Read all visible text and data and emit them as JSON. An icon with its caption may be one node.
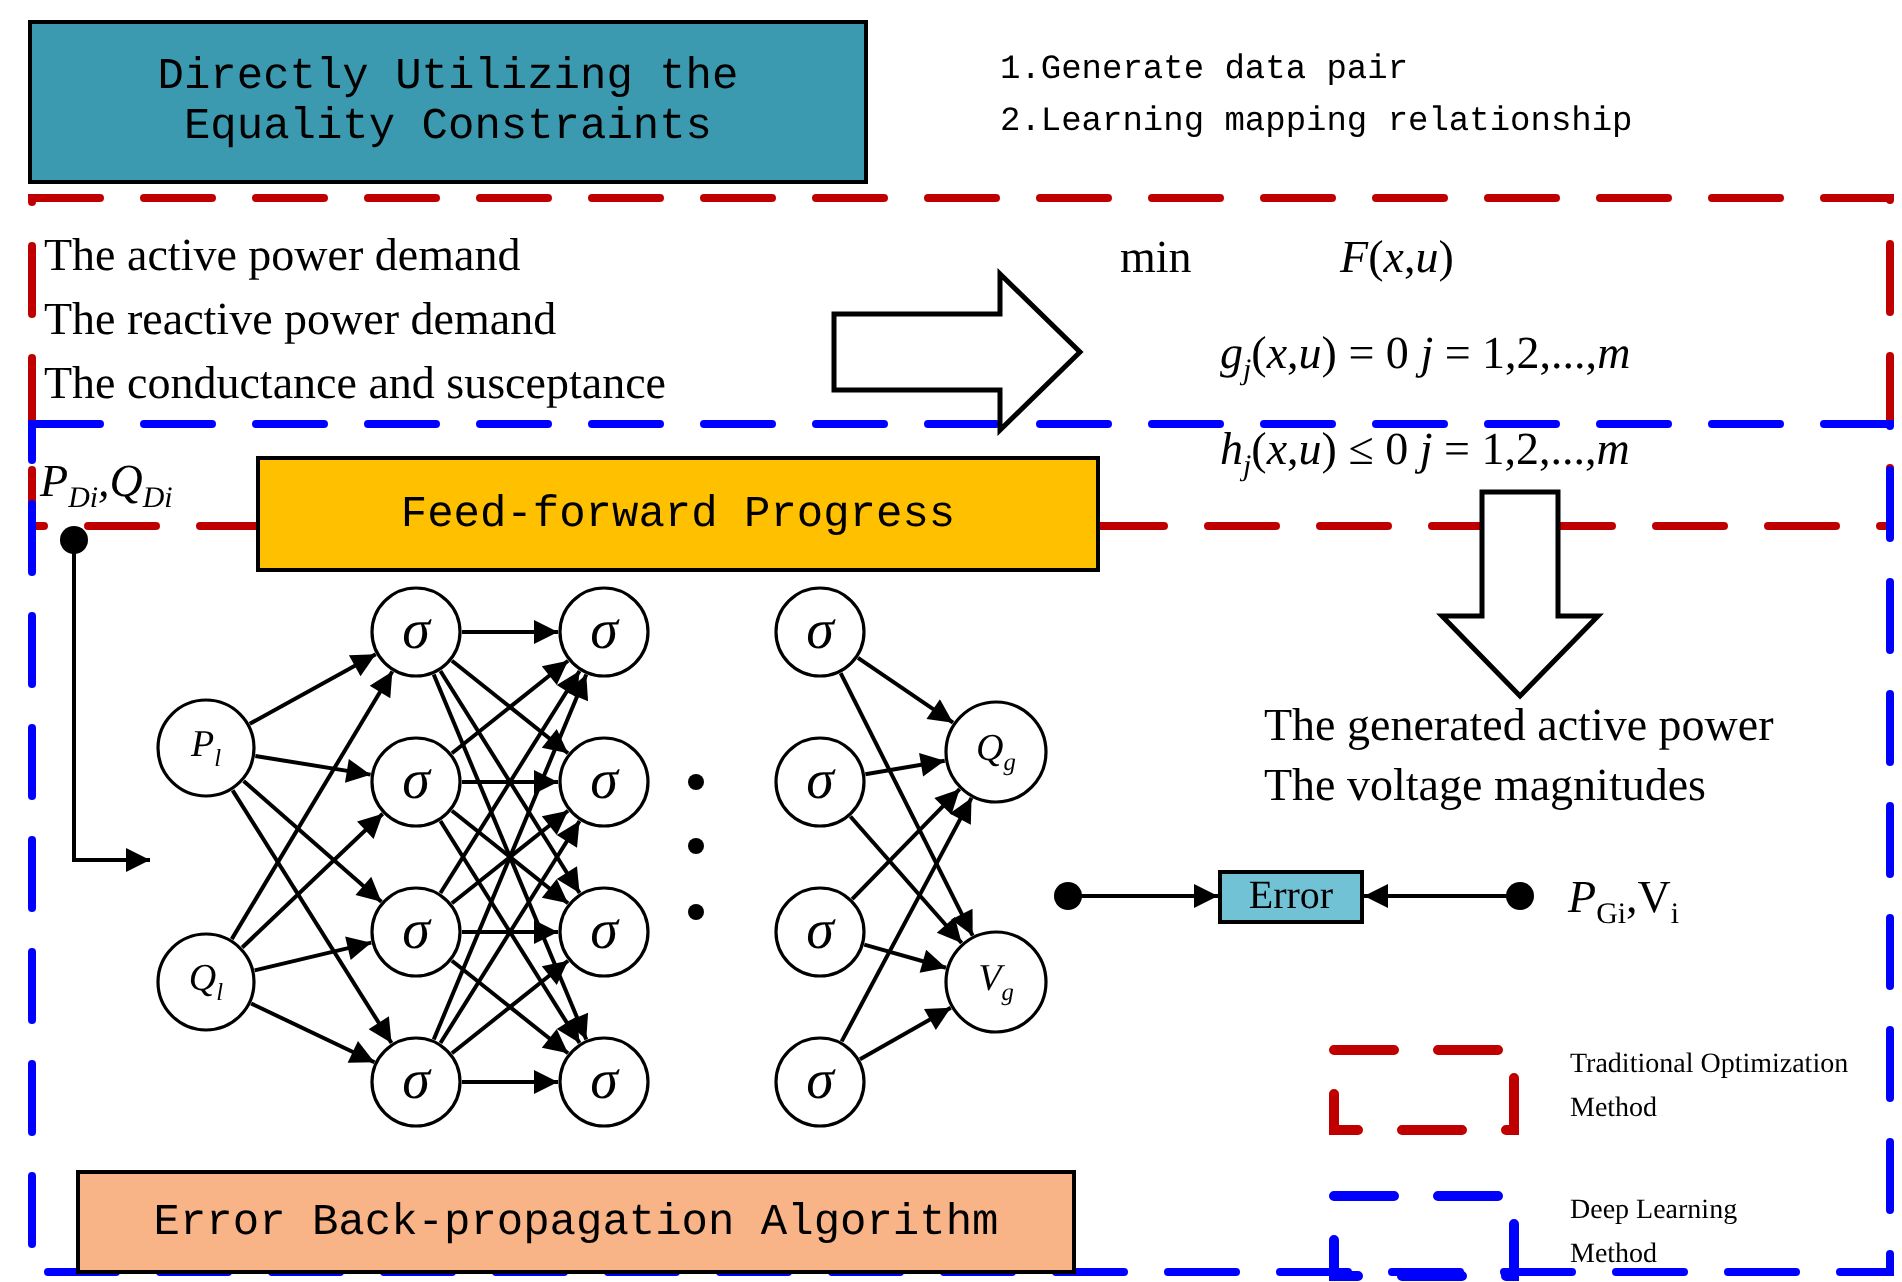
{
  "diagram": {
    "nodes": [
      {
        "text": [
          "Directly Utilizing the Equality Constraints"
        ]
      },
      {
        "text": [
          "The active power demand",
          "The reactive power demand",
          "The conductance and susceptance"
        ]
      },
      {
        "text": [
          "min",
          "*F*(*x*,*u*)",
          "*g*$_{j}$(*x*,*u*) = 0 *j* = 1,2,...,*m*",
          "*h*$_{j}$(*x*,*u*) ≤ 0 *j* = 1,2,...,*m*"
        ]
      },
      {
        "text": [
          "Feed-forward Progress"
        ]
      },
      {
        "text": [
          "P$_{Di}$,Q$_{Di}$"
        ]
      },
      {
        "text": [
          "P$_{l}$"
        ]
      },
      {
        "text": [
          "Q$_{l}$"
        ]
      },
      {
        "text": [
          "σ"
        ]
      },
      {
        "text": [
          "σ"
        ]
      },
      {
        "text": [
          "σ"
        ]
      },
      {
        "text": [
          "σ"
        ]
      },
      {
        "text": [
          "σ"
        ]
      },
      {
        "text": [
          "σ"
        ]
      },
      {
        "text": [
          "σ"
        ]
      },
      {
        "text": [
          "σ"
        ]
      },
      {
        "text": [
          "σ"
        ]
      },
      {
        "text": [
          "σ"
        ]
      },
      {
        "text": [
          "σ"
        ]
      },
      {
        "text": [
          "σ"
        ]
      },
      {
        "text": [
          "Q$_{g}$"
        ]
      },
      {
        "text": [
          "V$_{g}$"
        ]
      },
      {
        "text": [
          "The generated active power",
          "The voltage magnitudes"
        ]
      },
      {
        "text": [
          "Error"
        ]
      },
      {
        "text": [
          "*P*$_{Gi}$,V$_{i}$"
        ]
      },
      {
        "text": [
          "Error Back-propagation Algorithm"
        ]
      }
    ],
    "edges": [
      {
        "from": 1,
        "to": 2,
        "arrow": "to",
        "style": "thick"
      },
      {
        "from": 2,
        "to": 21,
        "arrow": "to",
        "style": "thick"
      },
      {
        "from": 4,
        "to": null,
        "arrow": "to"
      },
      {
        "from": null,
        "to": 22,
        "arrow": "to"
      },
      {
        "from": 23,
        "to": 22,
        "arrow": "to"
      },
      {
        "from": 5,
        "to": 7,
        "arrow": "to"
      },
      {
        "from": 5,
        "to": 8,
        "arrow": "to"
      },
      {
        "from": 5,
        "to": 9,
        "arrow": "to"
      },
      {
        "from": 5,
        "to": 10,
        "arrow": "to"
      },
      {
        "from": 6,
        "to": 7,
        "arrow": "to"
      },
      {
        "from": 6,
        "to": 8,
        "arrow": "to"
      },
      {
        "from": 6,
        "to": 9,
        "arrow": "to"
      },
      {
        "from": 6,
        "to": 10,
        "arrow": "to"
      },
      {
        "from": 7,
        "to": 11,
        "arrow": "to"
      },
      {
        "from": 7,
        "to": 12,
        "arrow": "to"
      },
      {
        "from": 7,
        "to": 13,
        "arrow": "to"
      },
      {
        "from": 7,
        "to": 14,
        "arrow": "to"
      },
      {
        "from": 8,
        "to": 11,
        "arrow": "to"
      },
      {
        "from": 8,
        "to": 12,
        "arrow": "to"
      },
      {
        "from": 8,
        "to": 13,
        "arrow": "to"
      },
      {
        "from": 8,
        "to": 14,
        "arrow": "to"
      },
      {
        "from": 9,
        "to": 11,
        "arrow": "to"
      },
      {
        "from": 9,
        "to": 12,
        "arrow": "to"
      },
      {
        "from": 9,
        "to": 13,
        "arrow": "to"
      },
      {
        "from": 9,
        "to": 14,
        "arrow": "to"
      },
      {
        "from": 10,
        "to": 11,
        "arrow": "to"
      },
      {
        "from": 10,
        "to": 12,
        "arrow": "to"
      },
      {
        "from": 10,
        "to": 13,
        "arrow": "to"
      },
      {
        "from": 10,
        "to": 14,
        "arrow": "to"
      },
      {
        "from": 15,
        "to": 19,
        "arrow": "to"
      },
      {
        "from": 15,
        "to": 20,
        "arrow": "to"
      },
      {
        "from": 16,
        "to": 19,
        "arrow": "to"
      },
      {
        "from": 16,
        "to": 20,
        "arrow": "to"
      },
      {
        "from": 17,
        "to": 19,
        "arrow": "to"
      },
      {
        "from": 17,
        "to": 20,
        "arrow": "to"
      },
      {
        "from": 18,
        "to": 19,
        "arrow": "to"
      },
      {
        "from": 18,
        "to": 20,
        "arrow": "to"
      }
    ],
    "labels": [
      "1.Generate data pair",
      "2.Learning mapping relationship"
    ],
    "legend": [
      {
        "text": "Traditional Optimization Method"
      },
      {
        "text": "Deep Learning Method"
      }
    ]
  }
}
